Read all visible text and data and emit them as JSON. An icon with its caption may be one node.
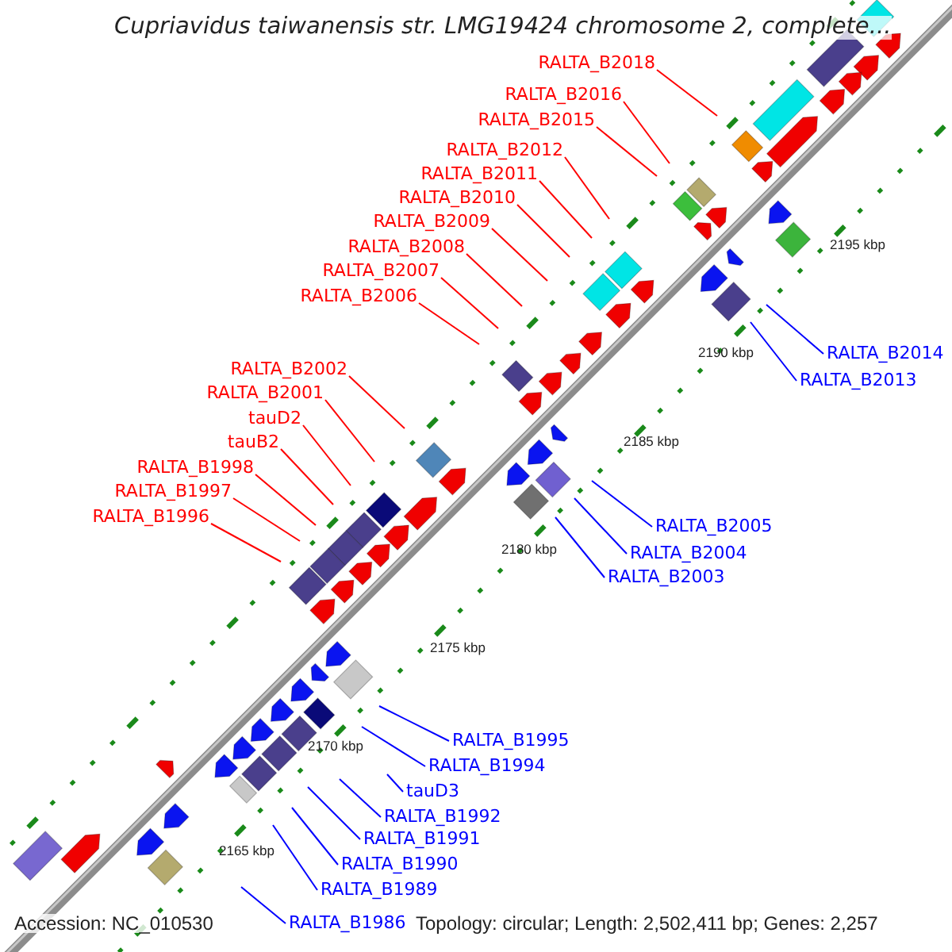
{
  "diagram": {
    "title": "Cupriavidus taiwanensis str. LMG19424 chromosome 2, complete...",
    "nodes": [
      {
        "text": [
          "RALTA_B2018"
        ]
      },
      {
        "text": [
          "RALTA_B2016"
        ]
      },
      {
        "text": [
          "RALTA_B2015"
        ]
      },
      {
        "text": [
          "RALTA_B2012"
        ]
      },
      {
        "text": [
          "RALTA_B2011"
        ]
      },
      {
        "text": [
          "RALTA_B2010"
        ]
      },
      {
        "text": [
          "RALTA_B2009"
        ]
      },
      {
        "text": [
          "RALTA_B2008"
        ]
      },
      {
        "text": [
          "RALTA_B2007"
        ]
      },
      {
        "text": [
          "RALTA_B2006"
        ]
      },
      {
        "text": [
          "RALTA_B2014"
        ]
      },
      {
        "text": [
          "RALTA_B2002"
        ]
      },
      {
        "text": [
          "RALTA_B2013"
        ]
      },
      {
        "text": [
          "RALTA_B2001"
        ]
      },
      {
        "text": [
          "tauD2"
        ]
      },
      {
        "text": [
          "tauB2"
        ]
      },
      {
        "text": [
          "RALTA_B1998"
        ]
      },
      {
        "text": [
          "RALTA_B1997"
        ]
      },
      {
        "text": [
          "RALTA_B1996"
        ]
      },
      {
        "text": [
          "RALTA_B2005"
        ]
      },
      {
        "text": [
          "RALTA_B2004"
        ]
      },
      {
        "text": [
          "RALTA_B2003"
        ]
      },
      {
        "text": [
          "RALTA_B1995"
        ]
      },
      {
        "text": [
          "RALTA_B1994"
        ]
      },
      {
        "text": [
          "tauD3"
        ]
      },
      {
        "text": [
          "RALTA_B1992"
        ]
      },
      {
        "text": [
          "RALTA_B1991"
        ]
      },
      {
        "text": [
          "RALTA_B1990"
        ]
      },
      {
        "text": [
          "RALTA_B1989"
        ]
      },
      {
        "text": [
          "RALTA_B1986"
        ]
      }
    ],
    "edges": [
      {
        "from": 0,
        "to": null,
        "arrow": "none"
      },
      {
        "from": 1,
        "to": null,
        "arrow": "none"
      },
      {
        "from": 2,
        "to": null,
        "arrow": "none"
      },
      {
        "from": 3,
        "to": null,
        "arrow": "none"
      },
      {
        "from": 4,
        "to": null,
        "arrow": "none"
      },
      {
        "from": 5,
        "to": null,
        "arrow": "none"
      },
      {
        "from": 6,
        "to": null,
        "arrow": "none"
      },
      {
        "from": 7,
        "to": null,
        "arrow": "none"
      },
      {
        "from": 8,
        "to": null,
        "arrow": "none"
      },
      {
        "from": 9,
        "to": null,
        "arrow": "none"
      },
      {
        "from": 10,
        "to": null,
        "arrow": "none",
        "color": "#0000ff"
      },
      {
        "from": 11,
        "to": null,
        "arrow": "none"
      },
      {
        "from": 12,
        "to": null,
        "arrow": "none",
        "color": "#0000ff"
      },
      {
        "from": 13,
        "to": null,
        "arrow": "none"
      },
      {
        "from": 14,
        "to": null,
        "arrow": "none"
      },
      {
        "from": 15,
        "to": null,
        "arrow": "none"
      },
      {
        "from": 16,
        "to": null,
        "arrow": "none"
      },
      {
        "from": 17,
        "to": null,
        "arrow": "none"
      },
      {
        "from": 18,
        "to": null,
        "arrow": "none"
      },
      {
        "from": 19,
        "to": null,
        "arrow": "none",
        "color": "#0000ff"
      },
      {
        "from": 20,
        "to": null,
        "arrow": "none",
        "color": "#0000ff"
      },
      {
        "from": 21,
        "to": null,
        "arrow": "none",
        "color": "#0000ff"
      },
      {
        "from": 22,
        "to": null,
        "arrow": "none",
        "color": "#0000ff"
      },
      {
        "from": 23,
        "to": null,
        "arrow": "none",
        "color": "#0000ff"
      },
      {
        "from": 24,
        "to": null,
        "arrow": "none",
        "color": "#0000ff"
      },
      {
        "from": 25,
        "to": null,
        "arrow": "none",
        "color": "#0000ff"
      },
      {
        "from": 26,
        "to": null,
        "arrow": "none",
        "color": "#0000ff"
      },
      {
        "from": 27,
        "to": null,
        "arrow": "none",
        "color": "#0000ff"
      },
      {
        "from": 28,
        "to": null,
        "arrow": "none",
        "color": "#0000ff"
      },
      {
        "from": 29,
        "to": null,
        "arrow": "none",
        "color": "#0000ff"
      }
    ],
    "labels": [
      "2195 kbp",
      "2190 kbp",
      "2185 kbp",
      "2180 kbp",
      "2175 kbp",
      "2170 kbp",
      "2165 kbp",
      "Accession: NC_010530",
      "Topology: circular; Length: 2,502,411 bp; Genes: 2,257"
    ]
  }
}
